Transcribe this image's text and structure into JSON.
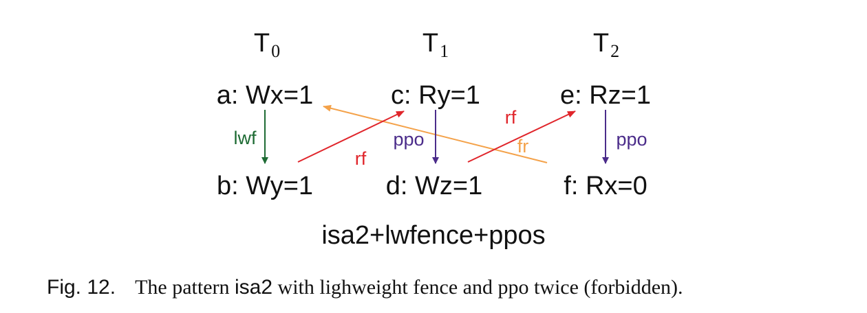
{
  "threads": [
    {
      "name": "T",
      "sub": "0"
    },
    {
      "name": "T",
      "sub": "1"
    },
    {
      "name": "T",
      "sub": "2"
    }
  ],
  "events": {
    "a": "a: Wx=1",
    "b": "b: Wy=1",
    "c": "c: Ry=1",
    "d": "d: Wz=1",
    "e": "e: Rz=1",
    "f": "f: Rx=0"
  },
  "relations": {
    "lwf": "lwf",
    "ppo_1": "ppo",
    "ppo_2": "ppo",
    "rf_1": "rf",
    "rf_2": "rf",
    "fr": "fr"
  },
  "colors": {
    "lwf": "#1e6b34",
    "ppo": "#4b2c8a",
    "rf": "#e0252b",
    "fr": "#f4a24a",
    "text": "#111111"
  },
  "test_name": "isa2+lwfence+ppos",
  "caption": {
    "fig": "Fig. 12.",
    "text_before": "The pattern ",
    "name": "isa2",
    "text_after": " with lighweight fence and ppo twice (forbidden)."
  }
}
